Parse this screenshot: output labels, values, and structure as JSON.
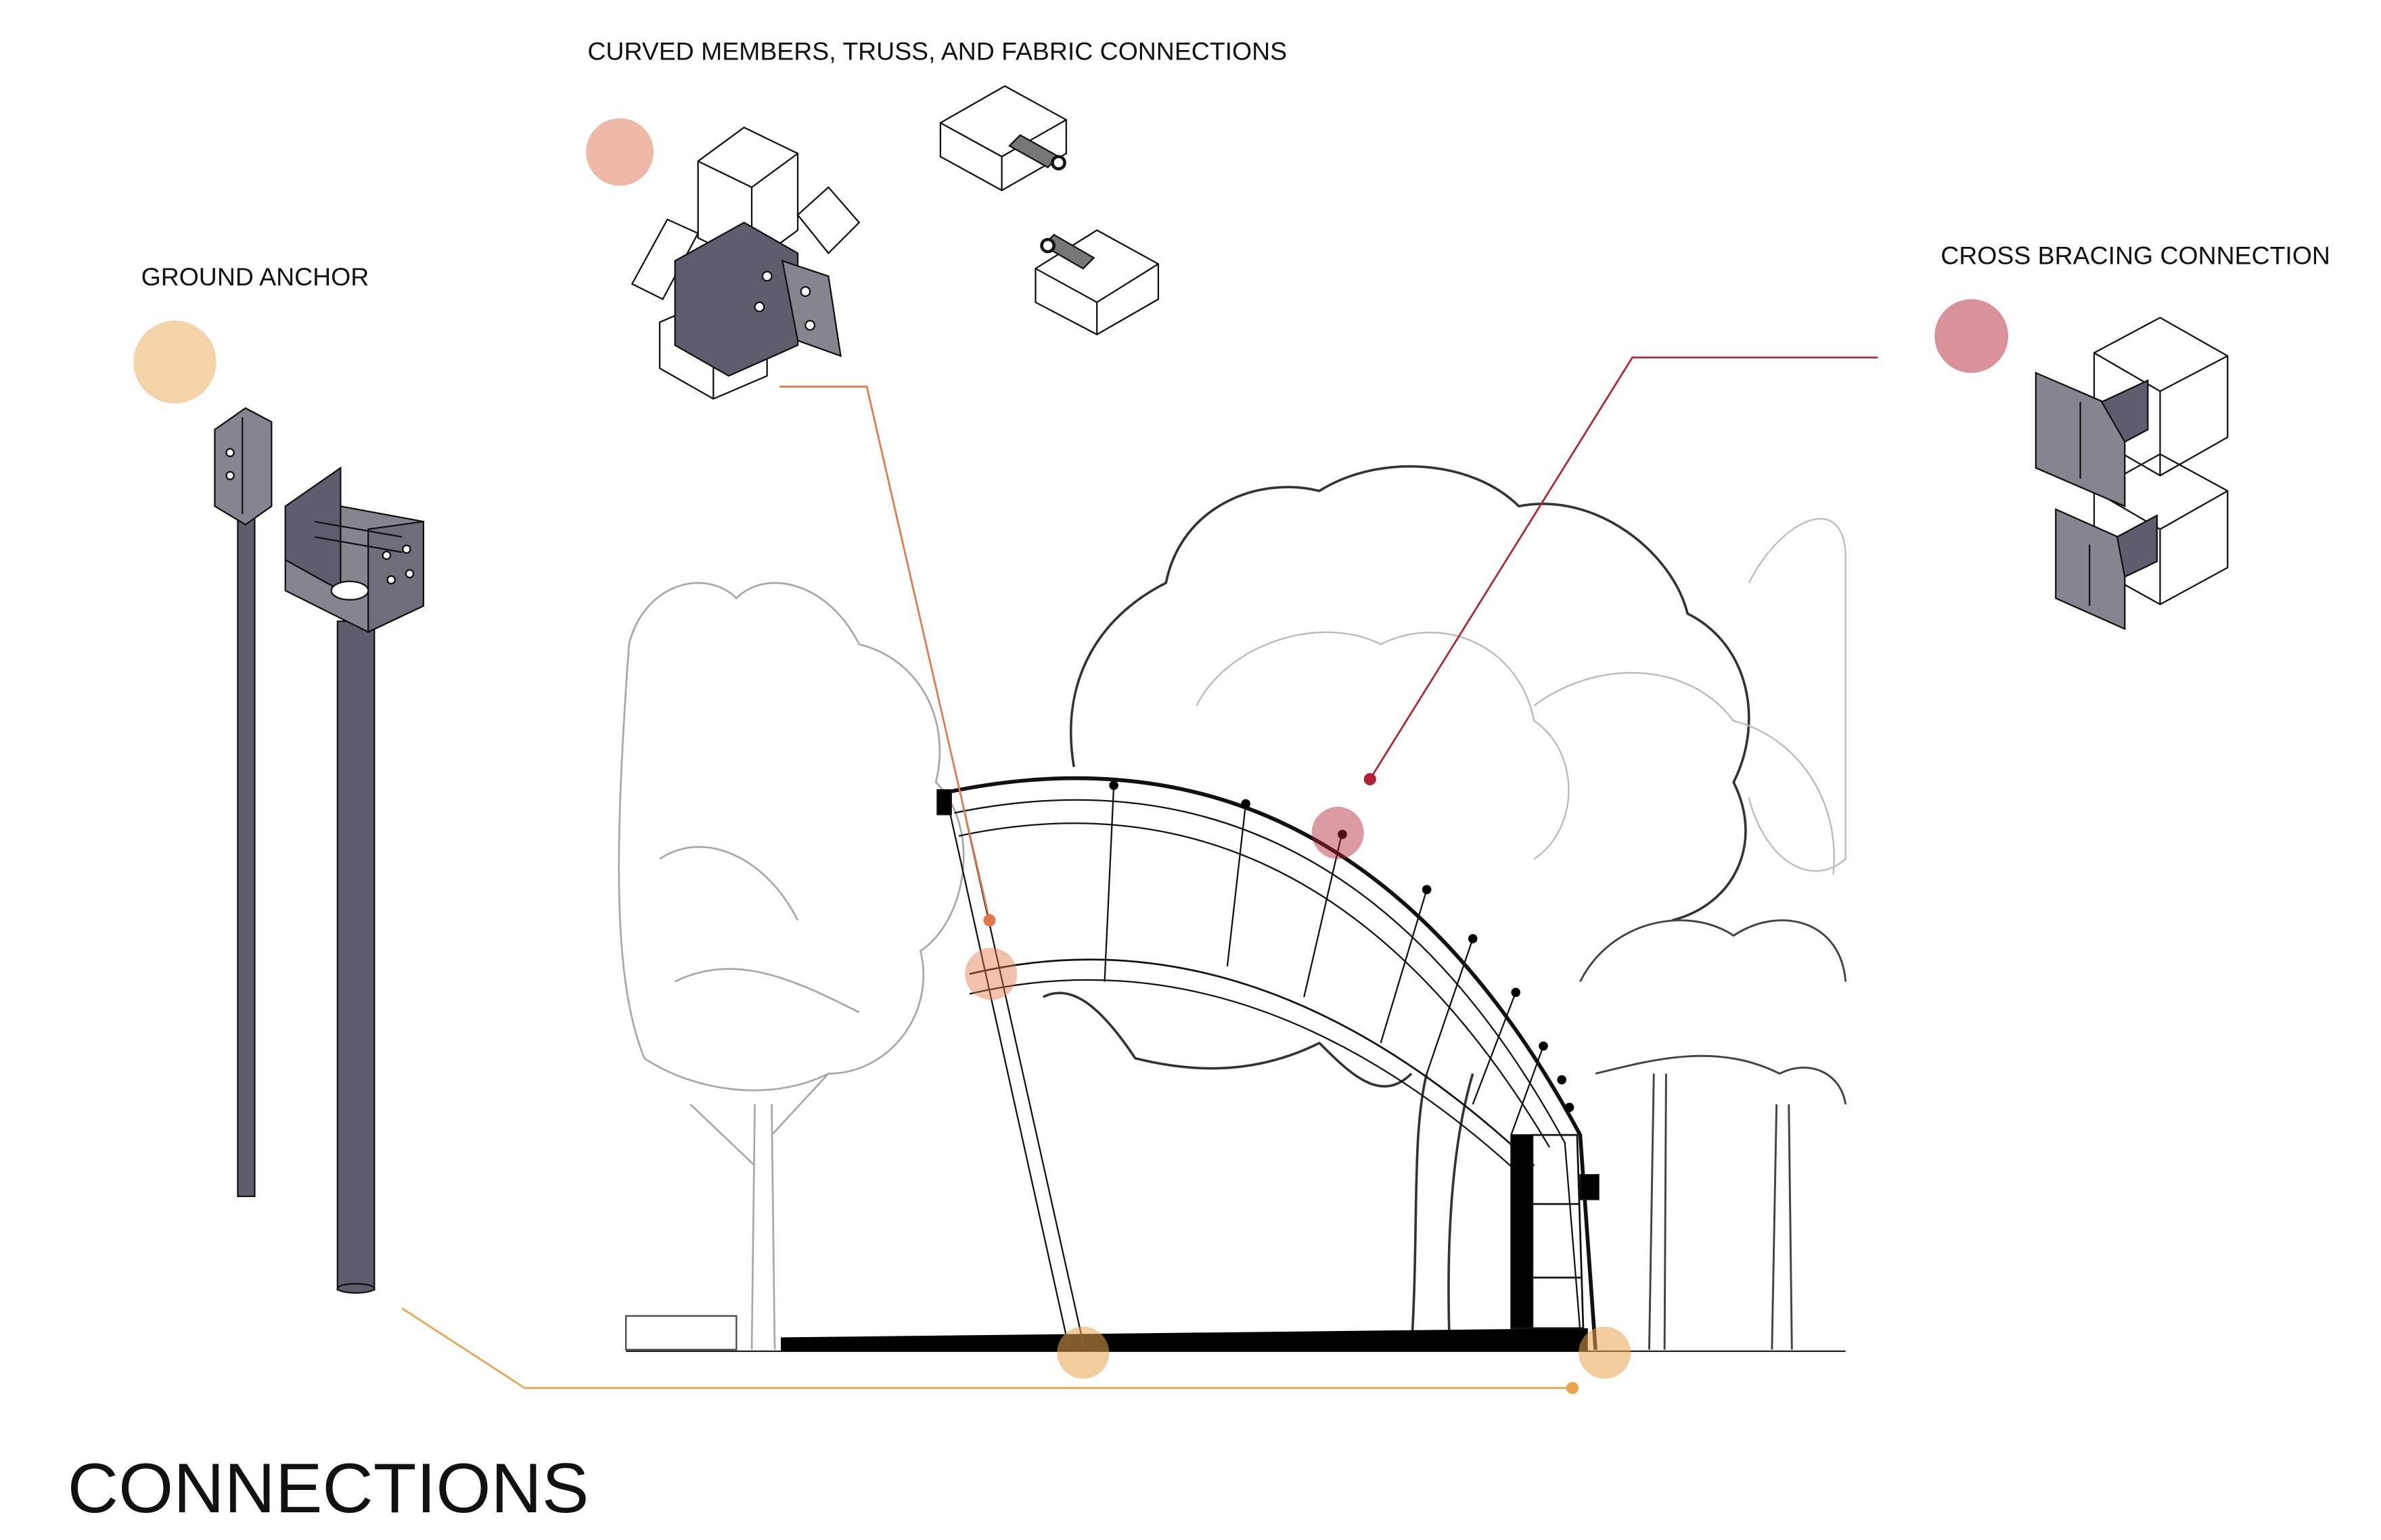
{
  "title": "CONNECTIONS",
  "callouts": {
    "curved": {
      "label": "CURVED MEMBERS, TRUSS, AND FABRIC CONNECTIONS",
      "color": "#E07A4A",
      "marker_color": "#EDB8A5"
    },
    "ground": {
      "label": "GROUND ANCHOR",
      "color": "#E8A54E",
      "marker_color": "#F5D3A8"
    },
    "cross": {
      "label": "CROSS BRACING CONNECTION",
      "color": "#B22234",
      "marker_color": "#D9919A"
    }
  },
  "colors": {
    "steel": "#5E5D6E",
    "steel_light": "#85848F",
    "tree": "#9A9A9A",
    "tree_dark": "#333333"
  }
}
